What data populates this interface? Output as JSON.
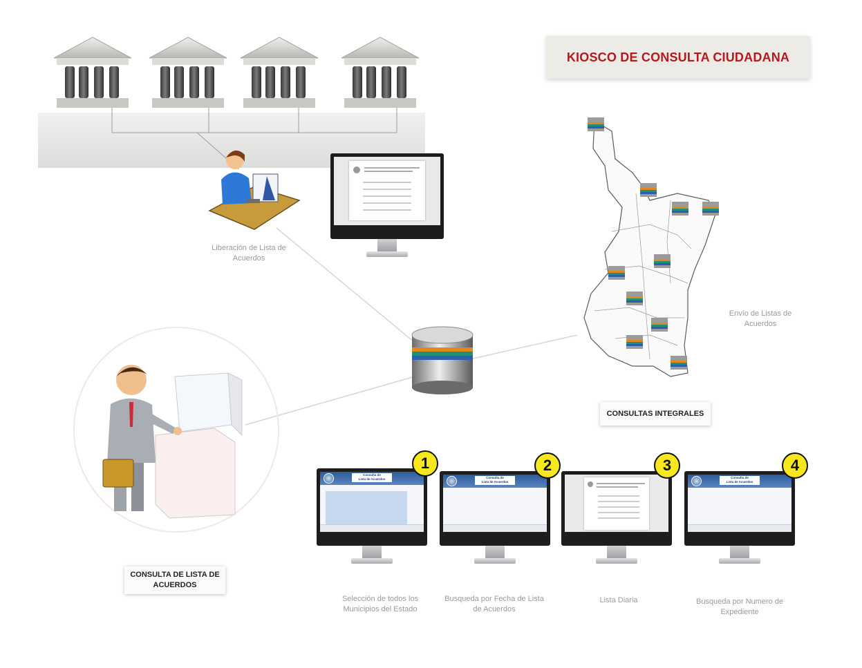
{
  "title": "KIOSCO DE CONSULTA CIUDADANA",
  "captions": {
    "liberacion": "Liberación de Lista de Acuerdos",
    "envio": "Envío de Listas de Acuerdos",
    "sel_municipios": "Selección de todos los Municipios del Estado",
    "busqueda_fecha": "Busqueda por Fecha de Lista de Acuerdos",
    "lista_diaria": "Lista Diaria",
    "busqueda_expediente": "Busqueda por Numero de Expediente"
  },
  "labels": {
    "consultas_integrales": "CONSULTAS INTEGRALES",
    "consulta_lista_line1": "CONSULTA DE LISTA DE",
    "consulta_lista_line2": "ACUERDOS"
  },
  "screens": [
    {
      "number": "1",
      "title_line1": "Consulta de",
      "title_line2": "Lista de Acuerdos"
    },
    {
      "number": "2",
      "title_line1": "Consulta de",
      "title_line2": "Lista de Acuerdos"
    },
    {
      "number": "3",
      "title_line1": "",
      "title_line2": ""
    },
    {
      "number": "4",
      "title_line1": "Consulta de",
      "title_line2": "Lista de Acuerdos"
    }
  ],
  "colors": {
    "title_red": "#b3191f",
    "badge_yellow": "#f6e81c",
    "screen_blue": "#2e5b9a"
  },
  "icons": [
    "courthouse-icon",
    "office-worker-icon",
    "database-icon",
    "citizen-kiosk-icon",
    "state-map-icon"
  ]
}
